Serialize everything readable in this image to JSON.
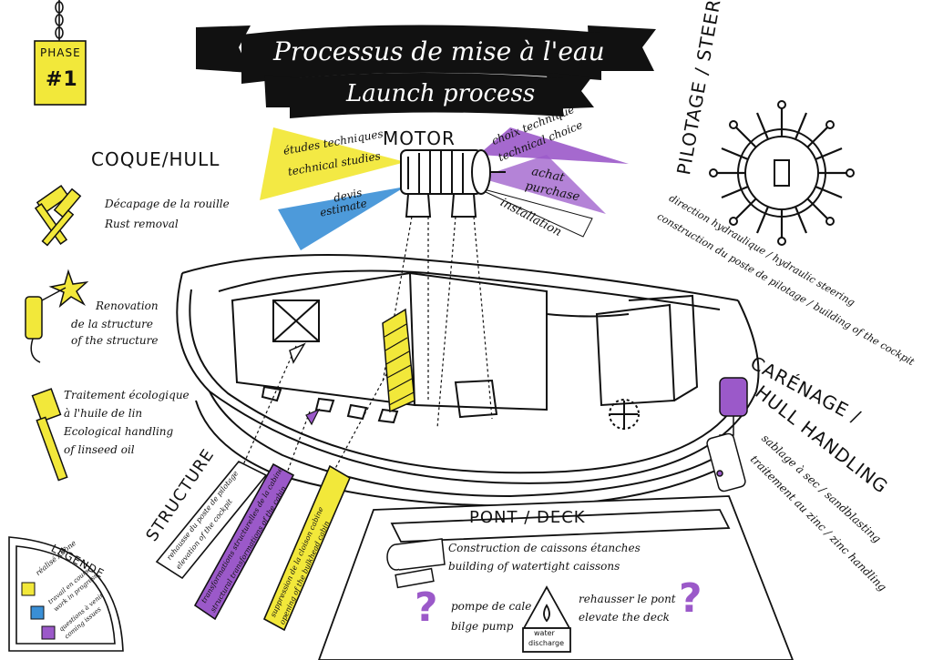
{
  "phase": {
    "line1": "PHASE",
    "line2": "#1"
  },
  "banner": {
    "title_fr": "Processus de mise à l'eau",
    "title_en": "Launch process"
  },
  "motor": {
    "title": "MOTOR",
    "studies_fr": "études techniques",
    "studies_en": "technical studies",
    "estimate_fr": "devis",
    "estimate_en": "estimate",
    "choice_fr": "choix technique",
    "choice_en": "technical choice",
    "purchase_fr": "achat",
    "purchase_en": "purchase",
    "installation": "installation"
  },
  "hull": {
    "title": "COQUE/HULL",
    "rust_fr": "Décapage de la rouille",
    "rust_en": "Rust removal",
    "reno_1": "Renovation",
    "reno_2": "de la structure",
    "reno_3": "of the structure",
    "eco_1": "Traitement écologique",
    "eco_2": "à l'huile de lin",
    "eco_3": "Ecological handling",
    "eco_4": "of linseed oil"
  },
  "steering": {
    "title": "PILOTAGE / STEERING",
    "line1": "direction hydraulique / hydraulic steering",
    "line2": "construction du poste de pilotage / building of the cockpit"
  },
  "careenage": {
    "title1": "CARÉNAGE /",
    "title2": "HULL HANDLING",
    "line1": "sablage à sec / sandblasting",
    "line2": "traitement au zinc / zinc handling"
  },
  "structure": {
    "title": "STRUCTURE",
    "item1_fr": "rehausse du poste de pilotage",
    "item1_en": "elevation of the cockpit",
    "item2_fr": "transformations structurelles de la cabine",
    "item2_en": "structural transformations of the cabin",
    "item3_fr": "suppression de la cloison cabine",
    "item3_en": "opening of the bulkhead cabin"
  },
  "deck": {
    "title": "PONT / DECK",
    "caissons_fr": "Construction de caissons étanches",
    "caissons_en": "building of watertight caissons",
    "pump_fr": "pompe de cale",
    "pump_en": "bilge pump",
    "discharge_1": "water",
    "discharge_2": "discharge",
    "elevate_fr": "rehausser le pont",
    "elevate_en": "elevate the deck",
    "question": "?"
  },
  "legend": {
    "title": "LÉGENDE",
    "done": "réalisé / done",
    "progress_fr": "travail en cours",
    "progress_en": "work in progress",
    "issues_fr": "questions à venir",
    "issues_en": "coming issues"
  },
  "colors": {
    "yellow": "#f2e83a",
    "purple": "#9b59c9",
    "blue": "#3a8fd6",
    "ink": "#111111"
  }
}
